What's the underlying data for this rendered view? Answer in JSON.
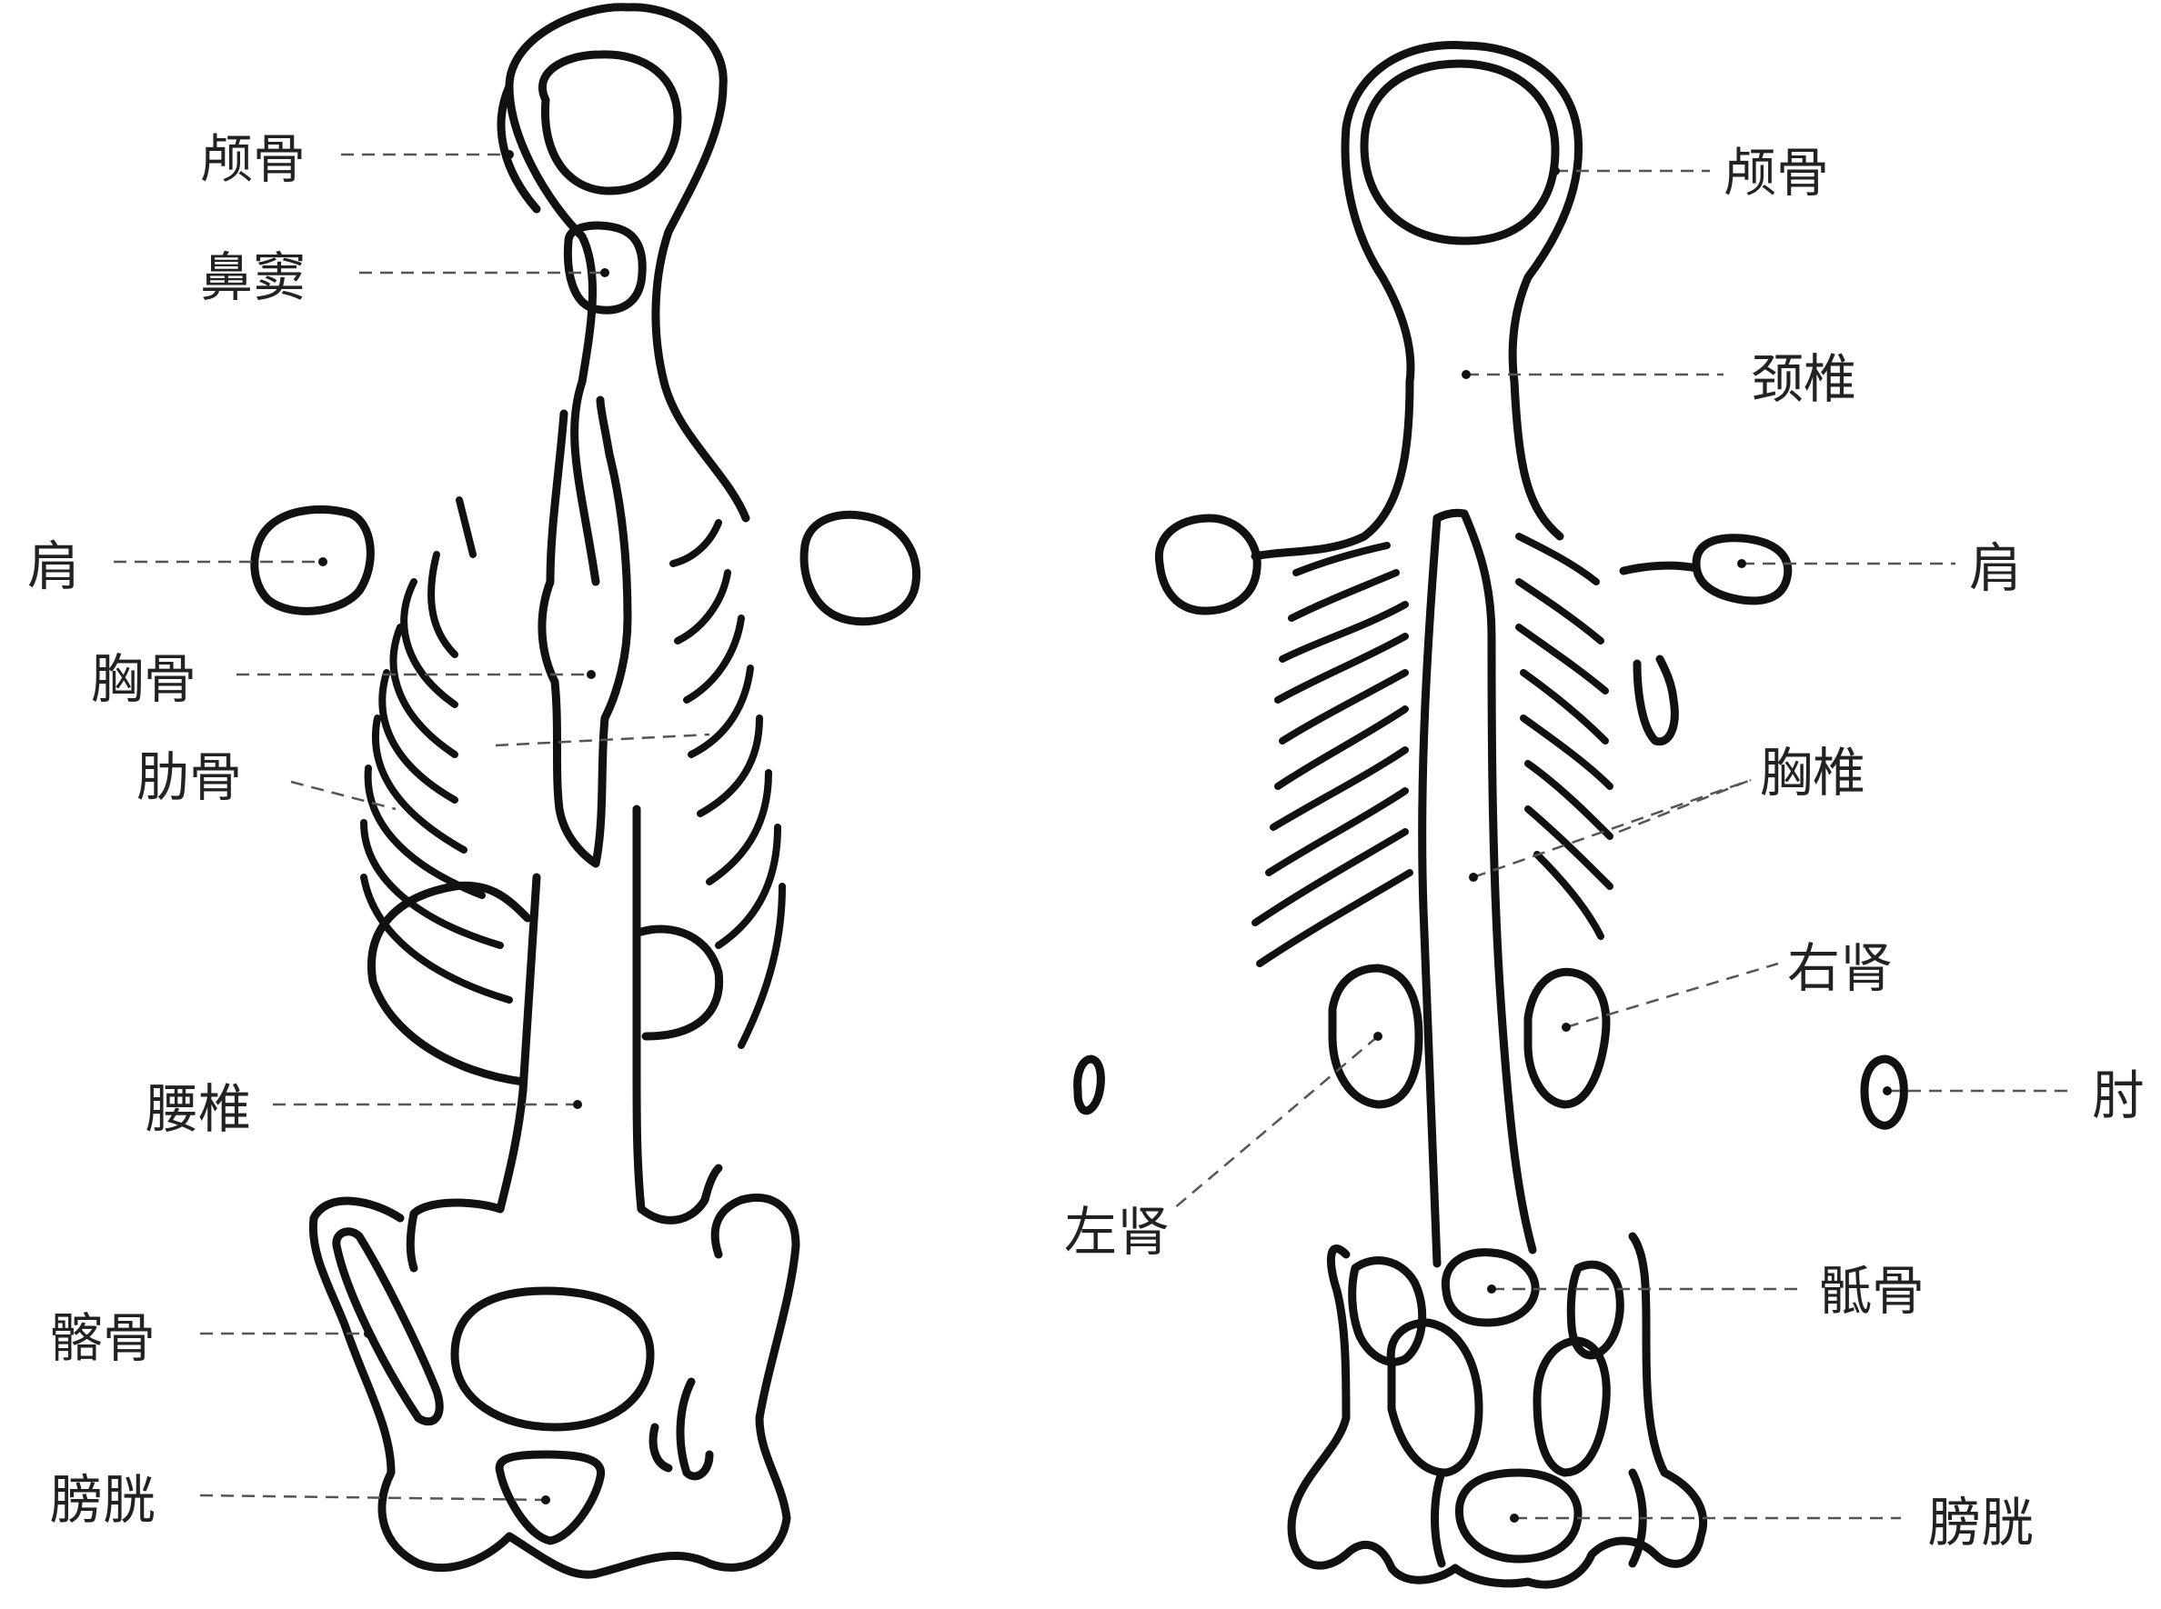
{
  "figures": [
    {
      "id": "anterior",
      "labels": {
        "skull": "颅骨",
        "nasal_sinus": "鼻窦",
        "shoulder": "肩",
        "sternum": "胸骨",
        "ribs": "肋骨",
        "lumbar_spine": "腰椎",
        "ilium": "髂骨",
        "bladder": "膀胱"
      }
    },
    {
      "id": "posterior",
      "labels": {
        "skull": "颅骨",
        "cervical_spine": "颈椎",
        "shoulder": "肩",
        "thoracic_spine": "胸椎",
        "right_kidney": "右肾",
        "left_kidney": "左肾",
        "elbow": "肘",
        "sacrum": "骶骨",
        "bladder": "膀胱"
      }
    }
  ]
}
